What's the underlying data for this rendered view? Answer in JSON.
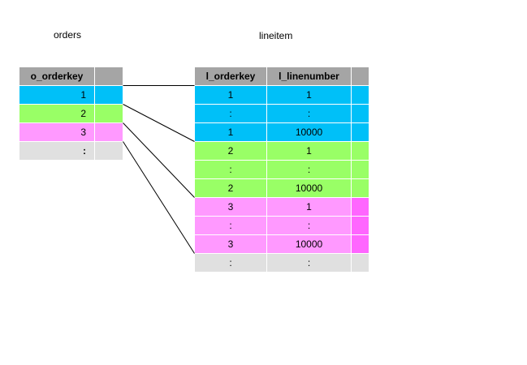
{
  "orders": {
    "title": "orders",
    "header": "o_orderkey",
    "rows": [
      "1",
      "2",
      "3",
      ":"
    ],
    "row_colors": [
      "#00c0f8",
      "#99ff66",
      "#ff99ff",
      "#e0e0e0"
    ]
  },
  "lineitem": {
    "title": "lineitem",
    "headers": [
      "l_orderkey",
      "l_linenumber"
    ],
    "rows": [
      [
        "1",
        "1"
      ],
      [
        ":",
        ":"
      ],
      [
        "1",
        "10000"
      ],
      [
        "2",
        "1"
      ],
      [
        ":",
        ":"
      ],
      [
        "2",
        "10000"
      ],
      [
        "3",
        "1"
      ],
      [
        ":",
        ":"
      ],
      [
        "3",
        "10000"
      ],
      [
        ":",
        ":"
      ]
    ]
  },
  "connections": [
    {
      "from_order_row": 1,
      "to_lineitem_row": 1
    },
    {
      "from_order_row": 1,
      "to_lineitem_row": 3
    },
    {
      "from_order_row": 2,
      "to_lineitem_row": 6
    },
    {
      "from_order_row": 3,
      "to_lineitem_row": 9
    }
  ]
}
